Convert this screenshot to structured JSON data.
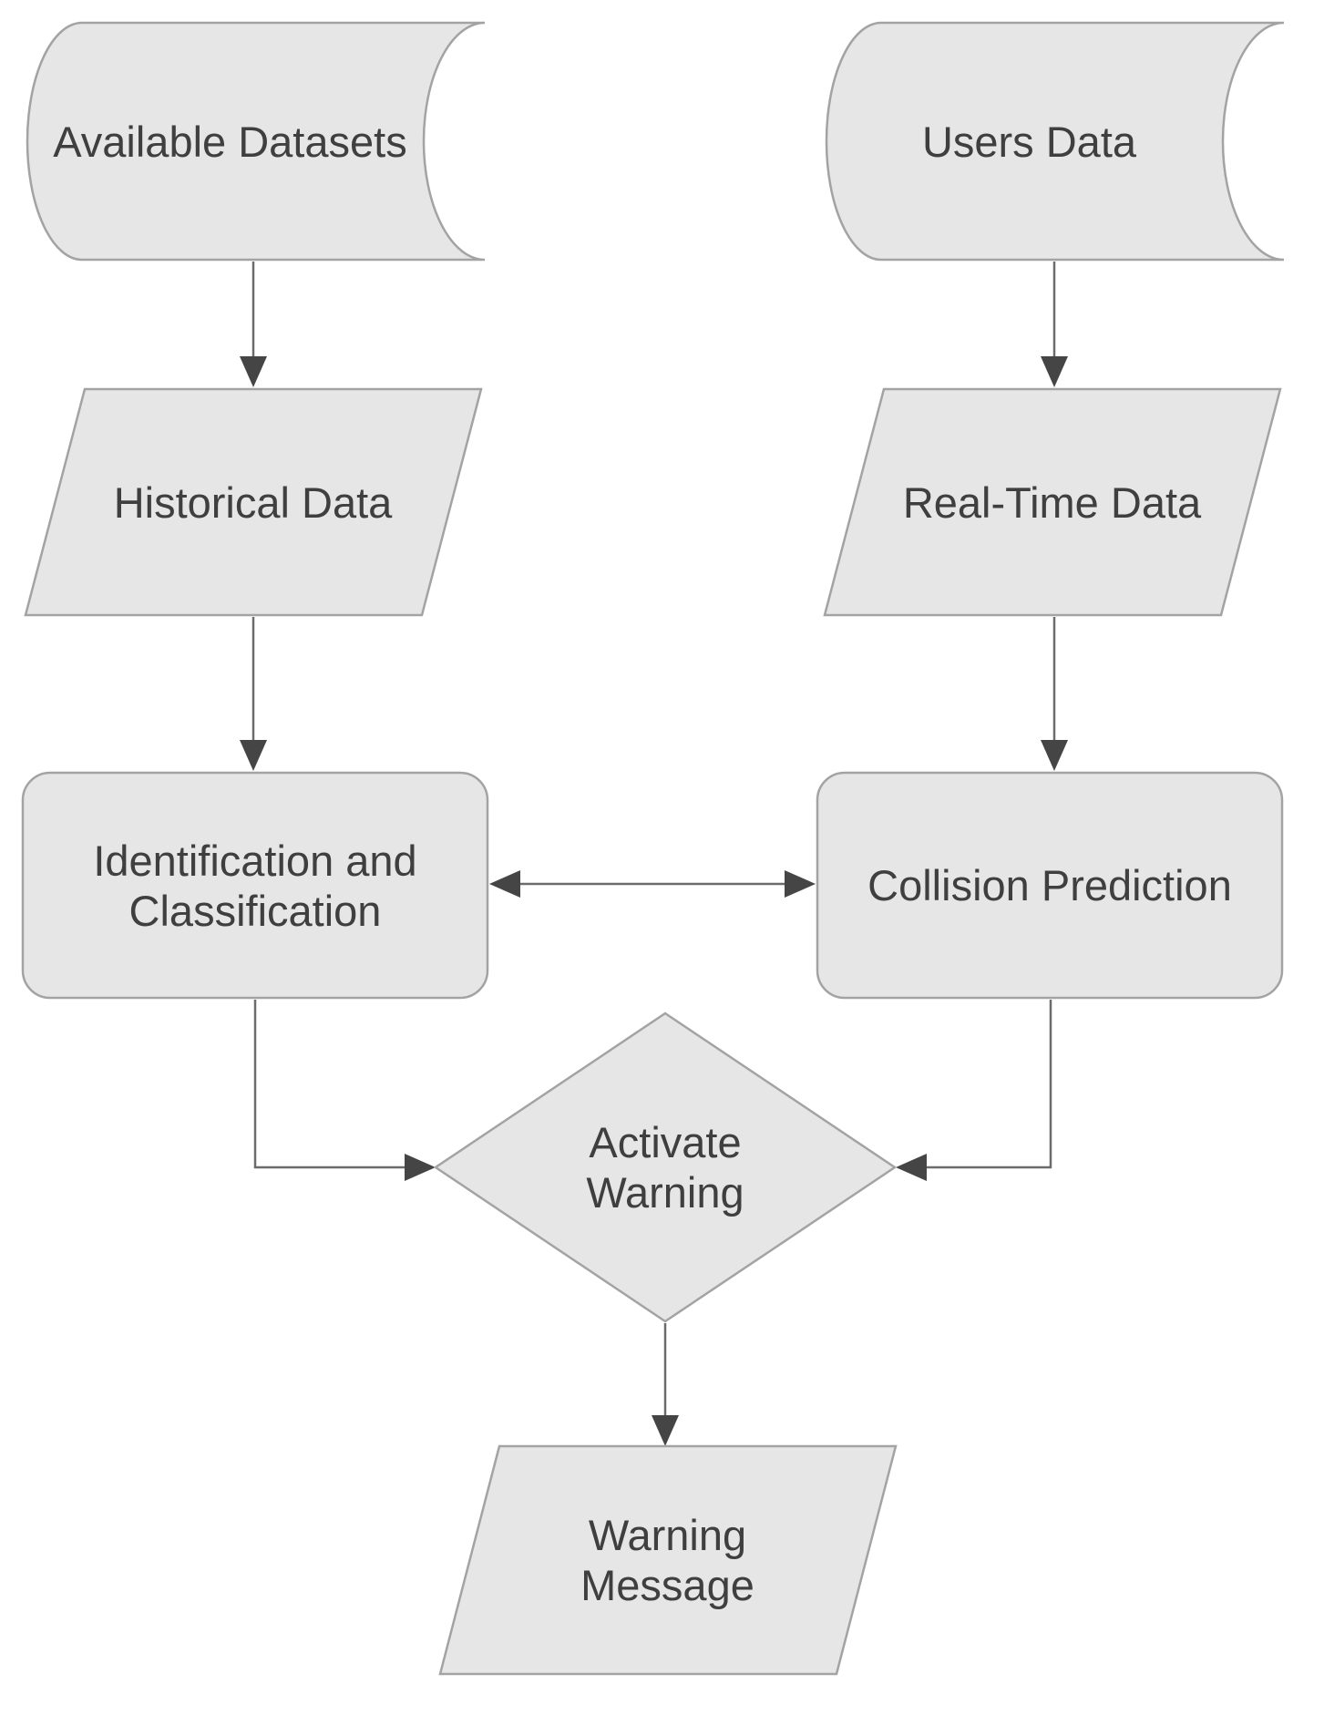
{
  "diagram_type": "flowchart",
  "colors": {
    "background": "#ffffff",
    "node_fill": "#e6e6e6",
    "node_stroke": "#a3a3a3",
    "connector": "#6b6b6b",
    "arrowhead": "#454545",
    "label_text": "#3f3f3f"
  },
  "nodes": {
    "available_datasets": {
      "label": "Available Datasets",
      "shape": "stored-data"
    },
    "users_data": {
      "label": "Users Data",
      "shape": "stored-data"
    },
    "historical_data": {
      "label": "Historical Data",
      "shape": "parallelogram"
    },
    "real_time_data": {
      "label": "Real-Time Data",
      "shape": "parallelogram"
    },
    "identification_and_classification": {
      "label": "Identification and\nClassification",
      "shape": "rounded-rectangle"
    },
    "collision_prediction": {
      "label": "Collision Prediction",
      "shape": "rounded-rectangle"
    },
    "activate_warning": {
      "label": "Activate\nWarning",
      "shape": "diamond"
    },
    "warning_message": {
      "label": "Warning\nMessage",
      "shape": "parallelogram"
    }
  },
  "edges": [
    {
      "from": "available_datasets",
      "to": "historical_data",
      "style": "arrow-down"
    },
    {
      "from": "users_data",
      "to": "real_time_data",
      "style": "arrow-down"
    },
    {
      "from": "historical_data",
      "to": "identification_and_classification",
      "style": "arrow-down"
    },
    {
      "from": "real_time_data",
      "to": "collision_prediction",
      "style": "arrow-down"
    },
    {
      "from": "identification_and_classification",
      "to": "collision_prediction",
      "style": "double-headed-horizontal"
    },
    {
      "from": "identification_and_classification",
      "to": "activate_warning",
      "style": "elbow-down-right"
    },
    {
      "from": "collision_prediction",
      "to": "activate_warning",
      "style": "elbow-down-left"
    },
    {
      "from": "activate_warning",
      "to": "warning_message",
      "style": "arrow-down"
    }
  ]
}
